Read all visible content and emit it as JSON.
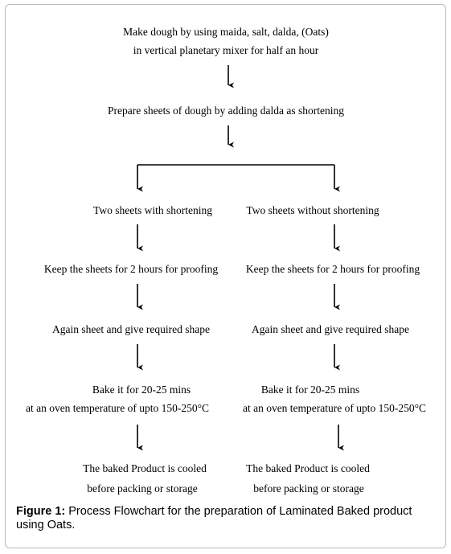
{
  "steps": {
    "s1_line1": "Make dough by using maida, salt, dalda, (Oats)",
    "s1_line2": "in vertical planetary mixer for half an hour",
    "s2": "Prepare sheets of dough by adding dalda as shortening",
    "left_branch": {
      "b1": "Two sheets with shortening",
      "b2": "Keep the sheets for 2 hours for proofing",
      "b3": "Again sheet and give required shape",
      "b4_line1": "Bake it for 20-25 mins",
      "b4_line2": "at an oven temperature of upto 150-250°C",
      "b5_line1": "The baked Product is cooled",
      "b5_line2": "before packing or storage"
    },
    "right_branch": {
      "b1": "Two sheets without shortening",
      "b2": "Keep the sheets for 2 hours for proofing",
      "b3": "Again sheet and give required shape",
      "b4_line1": "Bake it for 20-25 mins",
      "b4_line2": "at an oven temperature of upto 150-250°C",
      "b5_line1": "The baked Product is cooled",
      "b5_line2": "before packing or storage"
    }
  },
  "caption": {
    "label": "Figure 1:",
    "text": " Process Flowchart for the preparation of Laminated Baked product using Oats."
  }
}
